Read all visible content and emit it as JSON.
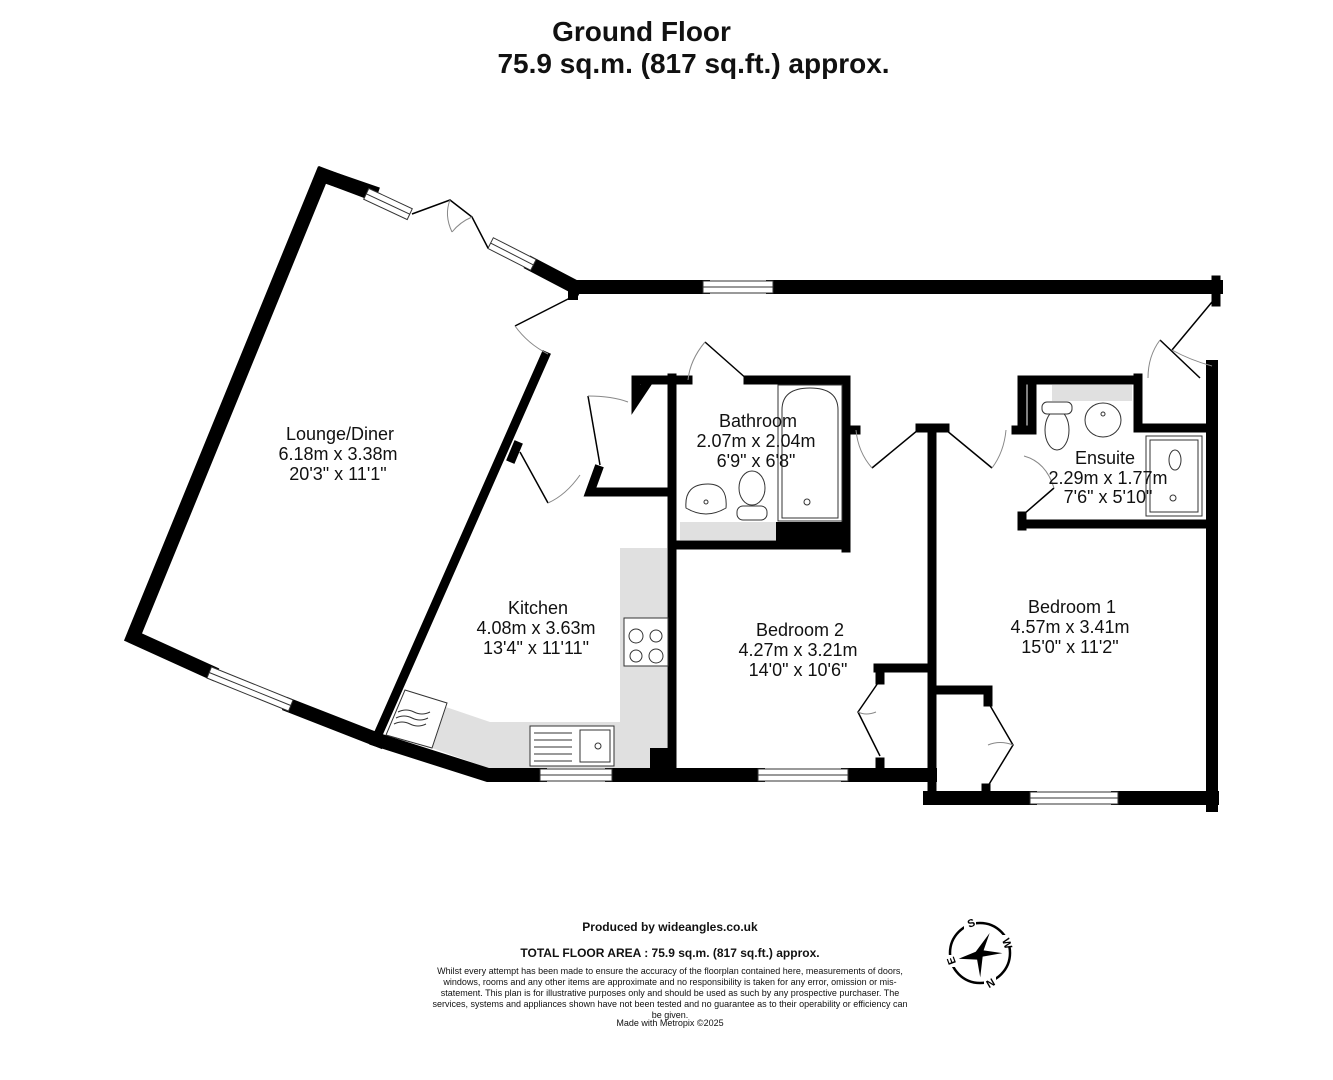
{
  "header": {
    "title": "Ground Floor",
    "subtitle": "75.9 sq.m. (817 sq.ft.) approx."
  },
  "rooms": [
    {
      "name": "Lounge/Diner",
      "metric": "6.18m  x 3.38m",
      "imperial": "20'3\"  x 11'1\""
    },
    {
      "name": "Kitchen",
      "metric": "4.08m  x 3.63m",
      "imperial": "13'4\"  x 11'11\""
    },
    {
      "name": "Bathroom",
      "metric": "2.07m  x 2.04m",
      "imperial": "6'9\"  x 6'8\""
    },
    {
      "name": "Bedroom 2",
      "metric": "4.27m  x 3.21m",
      "imperial": "14'0\"  x 10'6\""
    },
    {
      "name": "Ensuite",
      "metric": "2.29m  x 1.77m",
      "imperial": "7'6\"  x 5'10\""
    },
    {
      "name": "Bedroom 1",
      "metric": "4.57m  x 3.41m",
      "imperial": "15'0\"  x 11'2\""
    }
  ],
  "footer": {
    "produced_by": "Produced by wideangles.co.uk",
    "total_area": "TOTAL FLOOR AREA : 75.9 sq.m. (817 sq.ft.) approx.",
    "disclaimer": "Whilst every attempt has been made to ensure the accuracy of the floorplan contained here, measurements of doors, windows, rooms and any other items are approximate and no responsibility is taken for any error, omission or mis-statement. This plan is for illustrative purposes only and should be used as such by any prospective purchaser. The services, systems and appliances shown have not been tested and no guarantee as to their operability or efficiency can be given.",
    "made_with": "Made with Metropix ©2025"
  },
  "compass": {
    "labels": [
      "S",
      "W",
      "N",
      "E"
    ]
  },
  "colors": {
    "wall": "#000000",
    "counter": "#e0e0e0",
    "background": "#ffffff"
  }
}
